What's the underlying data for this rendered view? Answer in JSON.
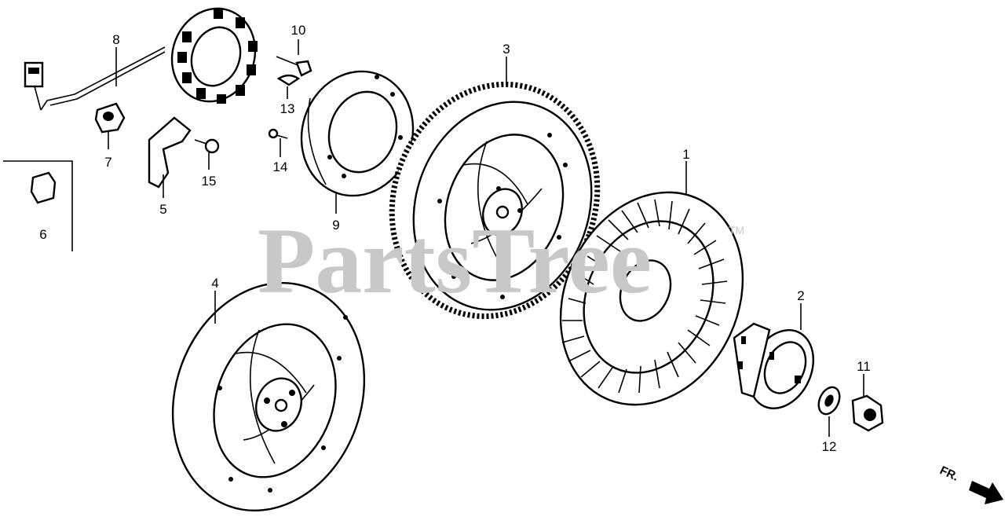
{
  "watermark": {
    "text": "PartsTree",
    "trademark": "TM"
  },
  "direction_label": "FR.",
  "callouts": [
    {
      "id": "1",
      "label": "1"
    },
    {
      "id": "2",
      "label": "2"
    },
    {
      "id": "3",
      "label": "3"
    },
    {
      "id": "4",
      "label": "4"
    },
    {
      "id": "5",
      "label": "5"
    },
    {
      "id": "6",
      "label": "6"
    },
    {
      "id": "7",
      "label": "7"
    },
    {
      "id": "8",
      "label": "8"
    },
    {
      "id": "9",
      "label": "9"
    },
    {
      "id": "10",
      "label": "10"
    },
    {
      "id": "11",
      "label": "11"
    },
    {
      "id": "12",
      "label": "12"
    },
    {
      "id": "13",
      "label": "13"
    },
    {
      "id": "14",
      "label": "14"
    },
    {
      "id": "15",
      "label": "15"
    }
  ],
  "colors": {
    "ink": "#000000",
    "watermark": "#c8c8c8",
    "background": "#ffffff"
  }
}
